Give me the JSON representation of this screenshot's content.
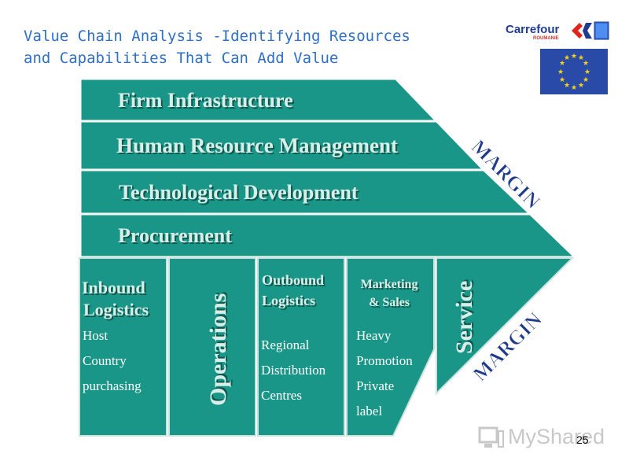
{
  "title": {
    "line1": "Value Chain Analysis -Identifying Resources",
    "line2": "and Capabilities That Can Add Value"
  },
  "support_activities": [
    "Firm Infrastructure",
    "Human Resource Management",
    "Technological Development",
    "Procurement"
  ],
  "primary_activities": {
    "inbound": {
      "title_line1": "Inbound",
      "title_line2": "Logistics",
      "details": [
        "Host",
        "Country",
        "purchasing"
      ]
    },
    "operations": {
      "title": "Operations"
    },
    "outbound": {
      "title_line1": "Outbound",
      "title_line2": "Logistics",
      "details": [
        "Regional",
        "Distribution",
        "Centres"
      ]
    },
    "marketing": {
      "title_line1": "Marketing",
      "title_line2": "& Sales",
      "details": [
        "Heavy",
        "Promotion",
        "Private",
        "label"
      ]
    },
    "service": {
      "title": "Service"
    }
  },
  "margin_label": "MARGIN",
  "logo": {
    "brand": "Carrefour",
    "sub": "ROUMANIE"
  },
  "watermark": "MyShared",
  "page_number": "25",
  "colors": {
    "teal": "#1a9688",
    "teal_dark": "#117a6d",
    "title_blue": "#2e6fc7",
    "bar_text": "#d7efe9",
    "margin_text": "#1e3a8a"
  }
}
